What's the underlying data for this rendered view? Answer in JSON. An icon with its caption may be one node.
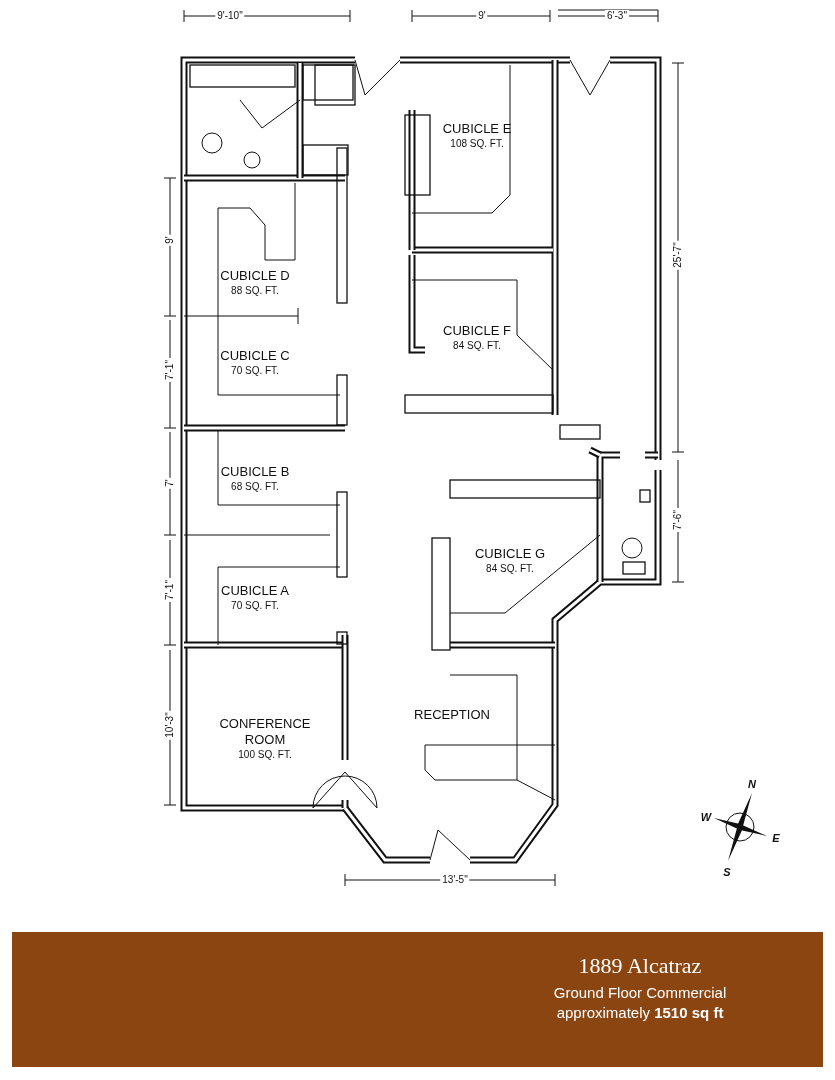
{
  "diagram": {
    "nodes": [
      {
        "text": [
          "CUBICLE E",
          "108 SQ. FT."
        ]
      },
      {
        "text": [
          "CUBICLE D",
          "88 SQ. FT."
        ]
      },
      {
        "text": [
          "CUBICLE F",
          "84 SQ. FT."
        ]
      },
      {
        "text": [
          "CUBICLE C",
          "70 SQ. FT."
        ]
      },
      {
        "text": [
          "CUBICLE B",
          "68 SQ. FT."
        ]
      },
      {
        "text": [
          "CUBICLE G",
          "84 SQ. FT."
        ]
      },
      {
        "text": [
          "CUBICLE A",
          "70 SQ. FT."
        ]
      },
      {
        "text": [
          "RECEPTION"
        ]
      },
      {
        "text": [
          "CONFERENCE ROOM",
          "100 SQ. FT."
        ]
      }
    ],
    "edges": [],
    "labels": [
      "9'-10\"",
      "9'",
      "6'-3\"",
      "9'",
      "25'-7\"",
      "7'-1\"",
      "7'",
      "7'-6\"",
      "7'-1\"",
      "10'-3\"",
      "13'-5\"",
      "N",
      "W",
      "E",
      "S",
      "1889 Alcatraz",
      "Ground Floor Commercial",
      "approximately **1510 sq ft**"
    ]
  }
}
